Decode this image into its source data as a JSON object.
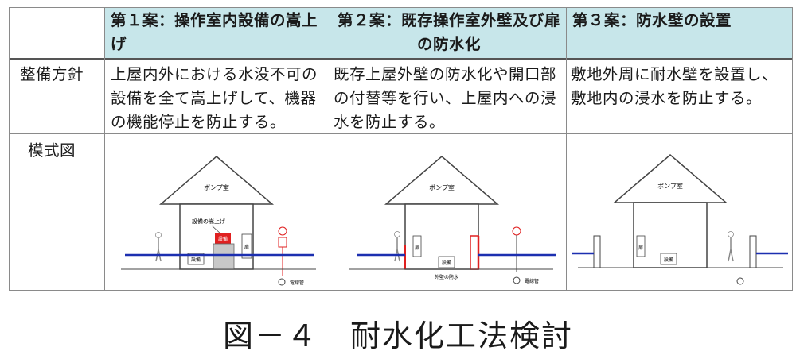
{
  "table": {
    "headers": [
      "",
      "第１案：操作室内設備の嵩上げ",
      "第２案：既存操作室外壁及び扉の防水化",
      "第３案：防水壁の設置"
    ],
    "rows": [
      {
        "label": "整備方針",
        "cells": [
          "上屋内外における水没不可の設備を全て嵩上げして、機器の機能停止を防止する。",
          "既存上屋外壁の防水化や開口部の付替等を行い、上屋内への浸水を防止する。",
          "敷地外周に耐水壁を設置し、敷地内の浸水を防止する。"
        ]
      },
      {
        "label": "模式図"
      }
    ]
  },
  "diagrams": {
    "pump_room": "ポンプ室",
    "raise_label": "設備の嵩上げ",
    "raise_box": "設備",
    "equipment": "設備",
    "door": "扉",
    "pipe": "電線管",
    "wall_waterproof": "外壁の防水",
    "water_color": "#1c2fb0",
    "accent_color": "#e02020"
  },
  "caption": "図－４　耐水化工法検討"
}
